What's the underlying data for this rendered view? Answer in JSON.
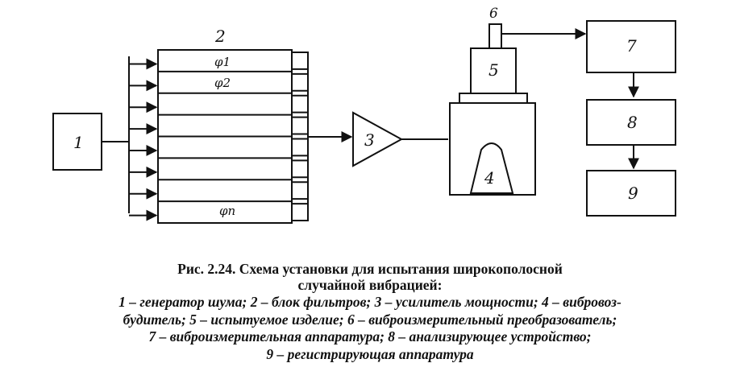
{
  "diagram": {
    "labels": {
      "generator": "1",
      "filter_bank": "2",
      "phi_1": "φ1",
      "phi_2": "φ2",
      "phi_n": "φn",
      "amplifier": "3",
      "vibration_exciter": "4",
      "test_item": "5",
      "transducer": "6",
      "measuring_equipment": "7",
      "analyzer": "8",
      "recorder": "9"
    }
  },
  "caption": {
    "title_line1": "Рис. 2.24. Схема установки для испытания широкополосной",
    "title_line2": "случайной  вибрацией:",
    "legend_line1": "1 – генератор шума; 2 – блок фильтров; 3 – усилитель мощности; 4 – вибровоз-",
    "legend_line2": "будитель;  5 – испытуемое изделие; 6 – виброизмерительный преобразователь;",
    "legend_line3": "7 – виброизмерительная аппаратура; 8 – анализирующее устройство;",
    "legend_line4": "9 – регистрирующая аппаратура"
  }
}
